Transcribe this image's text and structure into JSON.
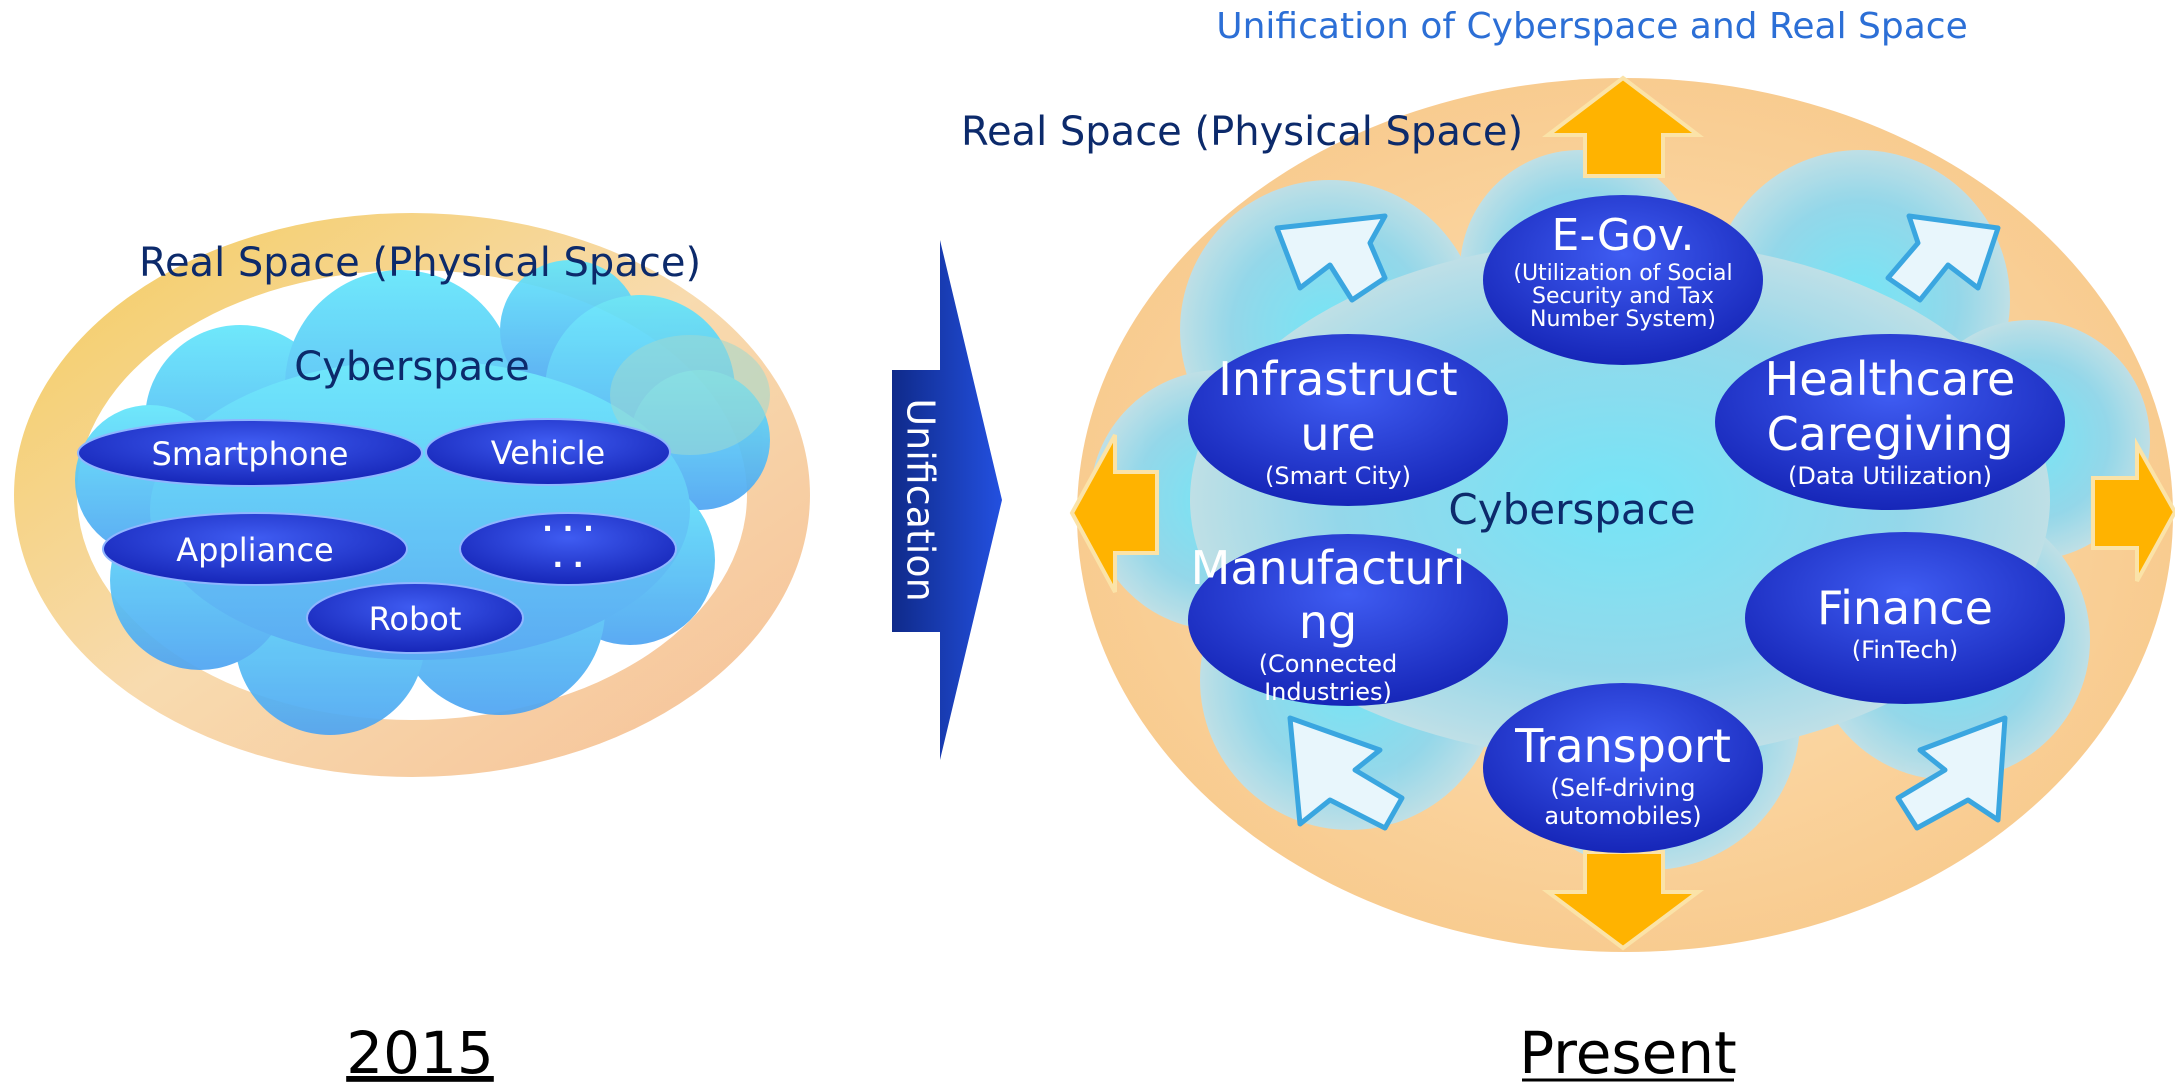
{
  "left_panel": {
    "real_space_label": "Real Space (Physical Space)",
    "cyberspace_label": "Cyberspace",
    "items": [
      "Smartphone",
      "Vehicle",
      "Appliance",
      "· · ·",
      "· ·",
      "Robot"
    ],
    "year_label": "2015"
  },
  "unification_arrow": {
    "label": "Unification"
  },
  "right_panel": {
    "headline": "Unification of Cyberspace and Real Space",
    "real_space_label": "Real Space (Physical Space)",
    "cyberspace_label": "Cyberspace",
    "nodes": [
      {
        "title": "E-Gov.",
        "subtitle_lines": [
          "(Utilization of Social",
          "Security and Tax",
          "Number System)"
        ]
      },
      {
        "title_lines": [
          "Infrastruct",
          "ure"
        ],
        "subtitle": "(Smart City)"
      },
      {
        "title_lines": [
          "Healthcare",
          "Caregiving"
        ],
        "subtitle": "(Data Utilization)"
      },
      {
        "title_lines": [
          "Manufacturi",
          "ng"
        ],
        "subtitle_lines": [
          "(Connected",
          "Industries)"
        ]
      },
      {
        "title": "Finance",
        "subtitle": "(FinTech)"
      },
      {
        "title": "Transport",
        "subtitle_lines": [
          "(Self-driving",
          "automobiles)"
        ]
      }
    ],
    "period_label": "Present"
  },
  "colors": {
    "navy": "#0c2a6b",
    "node_blue": "#1d39d6",
    "cloud_cyan": "#66dcf5",
    "outer_orange": "#f6c88f",
    "headline_blue": "#2c6fd6",
    "expand_arrow": "#ffb300"
  }
}
